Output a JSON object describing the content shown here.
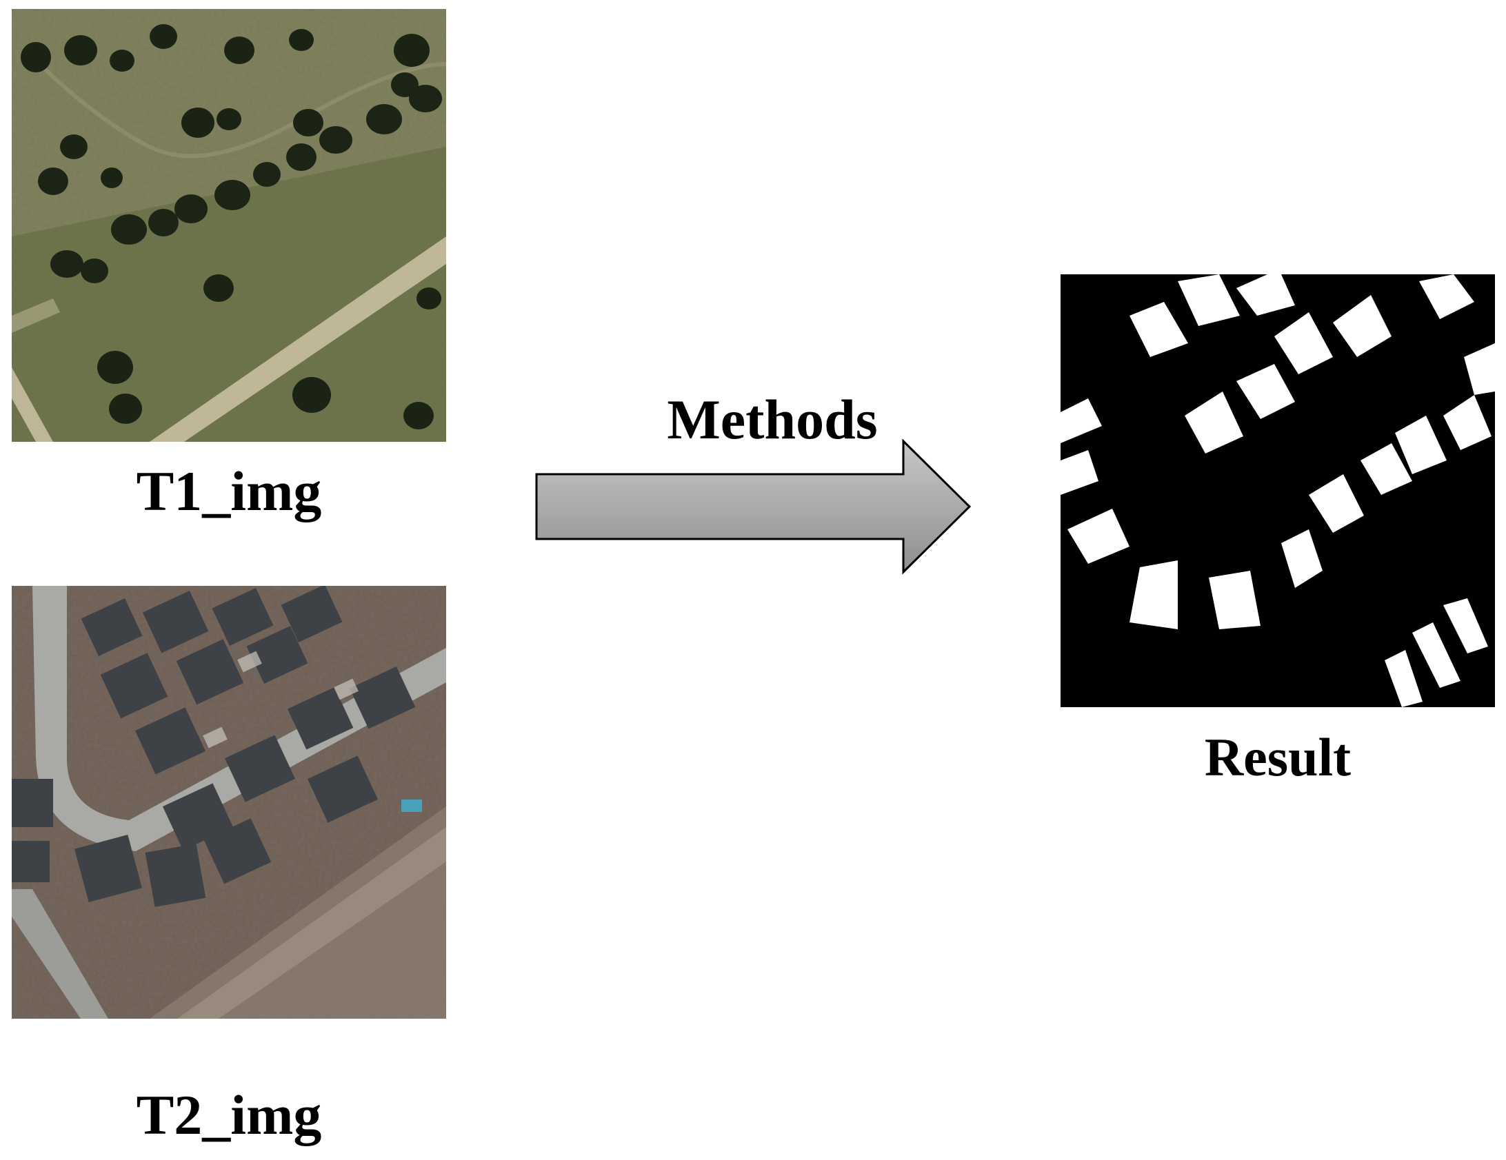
{
  "figure": {
    "t1": {
      "label": "T1_img",
      "image_desc": "aerial photo before: grassland with trees and dirt road"
    },
    "t2": {
      "label": "T2_img",
      "image_desc": "aerial photo after: residential houses along curved street"
    },
    "process": {
      "label": "Methods"
    },
    "result": {
      "label": "Result",
      "image_desc": "binary change map: white building footprints on black background"
    }
  },
  "colors": {
    "arrow_fill": "#a9a9a9",
    "arrow_stroke": "#000000",
    "background": "#ffffff",
    "change_map_bg": "#000000",
    "change_map_fg": "#ffffff"
  }
}
